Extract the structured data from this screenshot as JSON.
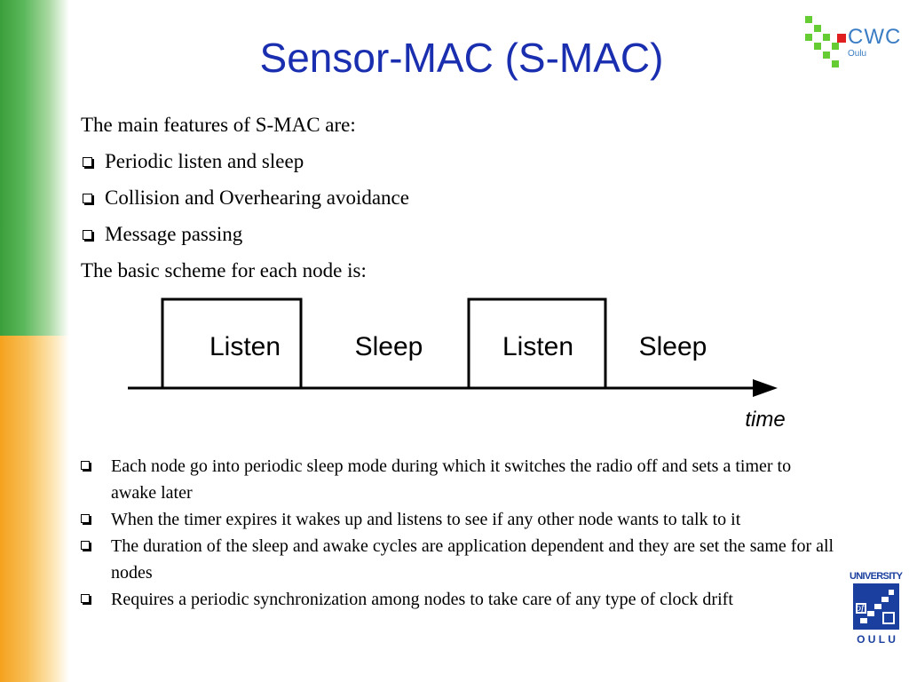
{
  "title": "Sensor-MAC (S-MAC)",
  "logo": {
    "name": "CWC",
    "sub": "Oulu"
  },
  "intro": "The main features of S-MAC are:",
  "features": [
    "Periodic listen and sleep",
    "Collision and Overhearing avoidance",
    "Message passing"
  ],
  "scheme_intro": "The basic scheme for each node is:",
  "diagram": {
    "labels": [
      "Listen",
      "Sleep",
      "Listen",
      "Sleep"
    ],
    "axis_label": "time"
  },
  "bullets": [
    "Each node go into periodic sleep mode during which it switches the radio off and sets a timer to awake later",
    "When the timer expires it wakes up and listens to see if any other node wants to talk to it",
    "The duration of the sleep and awake cycles are application dependent and they are set the same for all nodes",
    "Requires a periodic synchronization among nodes to take care of any type of clock drift"
  ],
  "university_logo": {
    "top": "UNIVERSITY",
    "of": "of",
    "bottom": "O U L U"
  },
  "colors": {
    "title": "#1a2eb0",
    "band_green": "#3a9e3a",
    "band_orange": "#f5a21d",
    "logo_green": "#66cc33",
    "logo_blue": "#3b7dc4",
    "uni_blue": "#1a3f9e"
  }
}
